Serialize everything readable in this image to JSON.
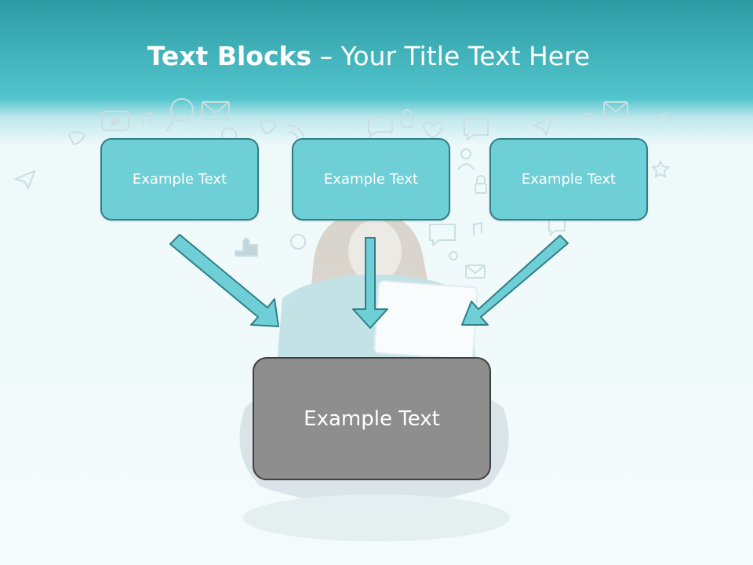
{
  "title": {
    "bold": "Text Blocks",
    "rest": " – Your Title Text Here"
  },
  "blocks": [
    {
      "label": "Example Text"
    },
    {
      "label": "Example Text"
    },
    {
      "label": "Example Text"
    }
  ],
  "center_block": {
    "label": "Example Text"
  },
  "colors": {
    "header": "#3fb0b8",
    "block_fill": "#6fcfd6",
    "block_border": "#2f7f87",
    "center_fill": "#8e8e8e",
    "arrow": "#6fcfd6"
  },
  "icons": [
    "play-icon",
    "music-icon",
    "magnifier-icon",
    "envelope-icon",
    "bird-icon",
    "chat-bubble-icon",
    "lock-icon",
    "heart-icon",
    "thumbs-up-icon",
    "smiley-icon",
    "user-icon",
    "star-icon",
    "rss-icon",
    "at-sign-icon",
    "paper-plane-icon"
  ]
}
